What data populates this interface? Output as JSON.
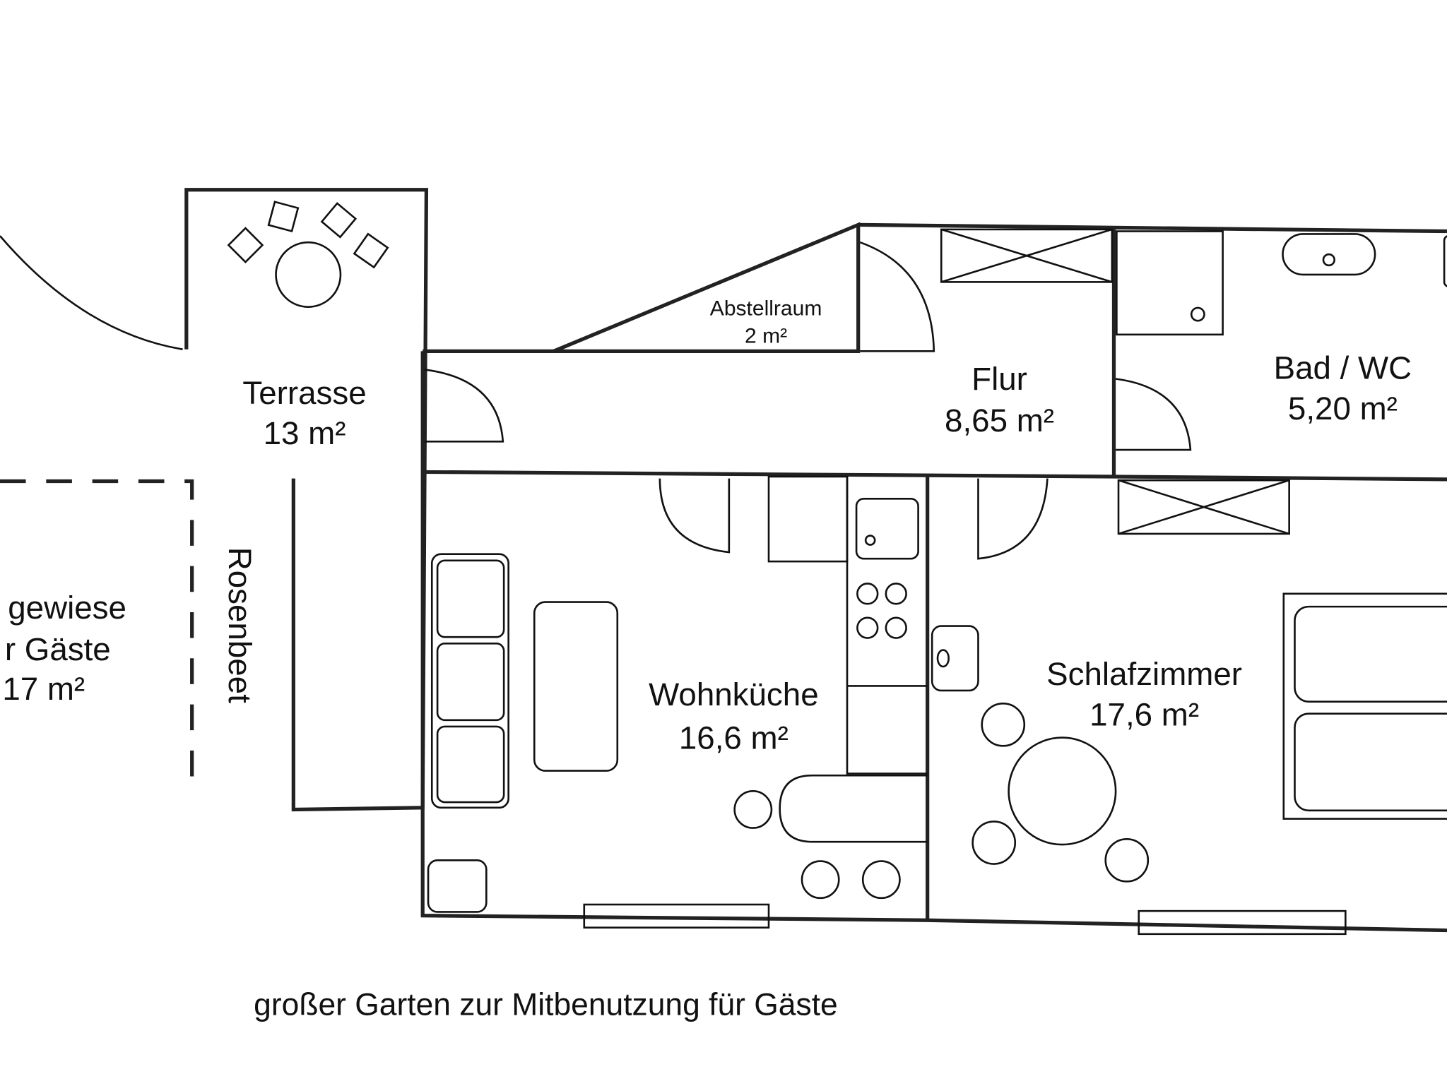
{
  "rooms": {
    "terrasse": {
      "name": "Terrasse",
      "area": "13 m²"
    },
    "abstellraum": {
      "name": "Abstellraum",
      "area": "2 m²"
    },
    "flur": {
      "name": "Flur",
      "area": "8,65 m²"
    },
    "bad": {
      "name": "Bad / WC",
      "area": "5,20 m²"
    },
    "wohnkueche": {
      "name": "Wohnküche",
      "area": "16,6 m²"
    },
    "schlafzimmer": {
      "name": "Schlafzimmer",
      "area": "17,6 m²"
    }
  },
  "garden": {
    "line1": "gewiese",
    "line2": "r Gäste",
    "line3": "17 m²",
    "rosenbeet": "Rosenbeet"
  },
  "caption": "großer Garten zur Mitbenutzung für Gäste",
  "colors": {
    "line": "#222222",
    "background": "#ffffff"
  }
}
